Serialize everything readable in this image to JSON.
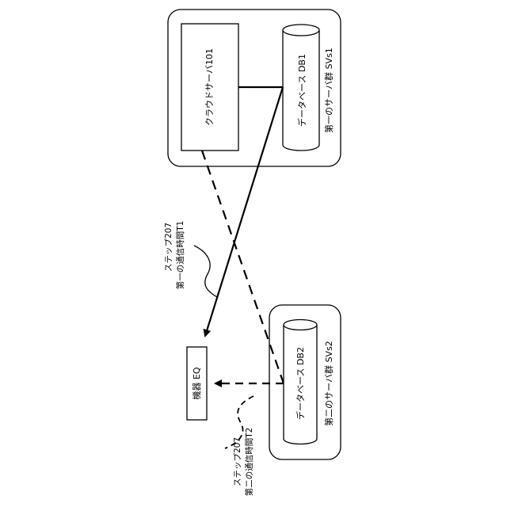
{
  "server_group_1": {
    "label": "第一のサーバ群 SVs1",
    "cloud_server": "クラウドサーバ101",
    "database": "データベース DB1"
  },
  "server_group_2": {
    "label": "第二のサーバ群 SVs2",
    "database": "データベース DB2"
  },
  "device": {
    "label": "機器 EQ"
  },
  "annotation_1": {
    "step": "ステップ207",
    "text": "第一の通信時間T1"
  },
  "annotation_2": {
    "step": "ステップ207",
    "text": "第二の通信時間T2"
  }
}
